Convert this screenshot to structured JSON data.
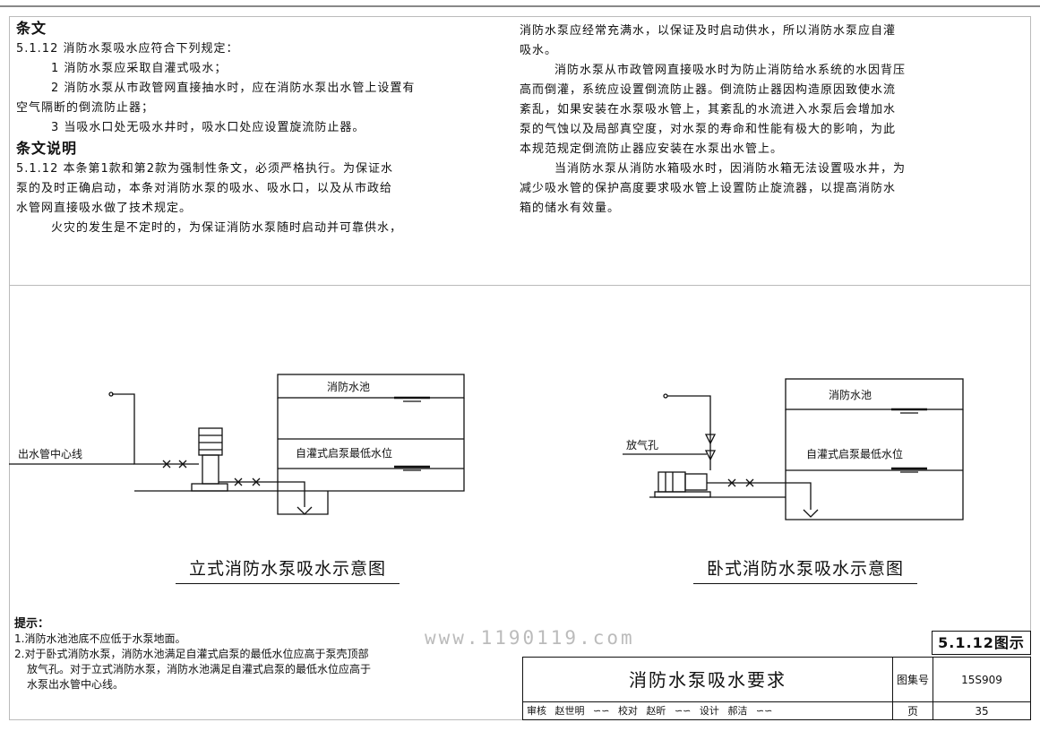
{
  "provision": {
    "heading": "条文",
    "lead": "5.1.12 消防水泵吸水应符合下列规定：",
    "item1": "1 消防水泵应采取自灌式吸水；",
    "item2a": "2 消防水泵从市政管网直接抽水时，应在消防水泵出水管上设置有",
    "item2b": "空气隔断的倒流防止器；",
    "item3": "3 当吸水口处无吸水井时，吸水口处应设置旋流防止器。"
  },
  "explanation": {
    "heading": "条文说明",
    "lines": [
      "5.1.12 本条第1款和第2款为强制性条文，必须严格执行。为保证水",
      "泵的及时正确启动，本条对消防水泵的吸水、吸水口，以及从市政给",
      "水管网直接吸水做了技术规定。"
    ],
    "para2": "火灾的发生是不定时的，为保证消防水泵随时启动并可靠供水，"
  },
  "right_column": {
    "lines_a": [
      "消防水泵应经常充满水，以保证及时启动供水，所以消防水泵应自灌",
      "吸水。"
    ],
    "para_b": [
      "消防水泵从市政管网直接吸水时为防止消防给水系统的水因背压",
      "高而倒灌，系统应设置倒流防止器。倒流防止器因构造原因致使水流",
      "紊乱，如果安装在水泵吸水管上，其紊乱的水流进入水泵后会增加水",
      "泵的气蚀以及局部真空度，对水泵的寿命和性能有极大的影响，为此",
      "本规范规定倒流防止器应安装在水泵出水管上。"
    ],
    "para_c": [
      "当消防水泵从消防水箱吸水时，因消防水箱无法设置吸水井，为",
      "减少吸水管的保护高度要求吸水管上设置防止旋流器，以提高消防水",
      "箱的储水有效量。"
    ]
  },
  "diagram_left": {
    "pool_label": "消防水池",
    "level_label": "自灌式启泵最低水位",
    "pipe_label": "出水管中心线",
    "caption": "立式消防水泵吸水示意图"
  },
  "diagram_right": {
    "pool_label": "消防水池",
    "level_label": "自灌式启泵最低水位",
    "vent_label": "放气孔",
    "caption": "卧式消防水泵吸水示意图"
  },
  "tips": {
    "heading": "提示：",
    "item1": "1.消防水池池底不应低于水泵地面。",
    "item2a": "2.对于卧式消防水泵，消防水池满足自灌式启泵的最低水位应高于泵壳顶部",
    "item2b": "放气孔。对于立式消防水泵，消防水池满足自灌式启泵的最低水位应高于",
    "item2c": "水泵出水管中心线。"
  },
  "watermark": "www.1190119.com",
  "ref_tag": "5.1.12图示",
  "title_block": {
    "title": "消防水泵吸水要求",
    "atlas_label": "图集号",
    "atlas_no": "15S909",
    "page_label": "页",
    "page_no": "35",
    "sign_row": [
      "审核",
      "赵世明",
      "校对",
      "赵昕",
      "设计",
      "郝洁"
    ]
  },
  "colors": {
    "ink": "#111111",
    "rule": "#bbbbbb",
    "watermark": "#bbbbbb"
  }
}
